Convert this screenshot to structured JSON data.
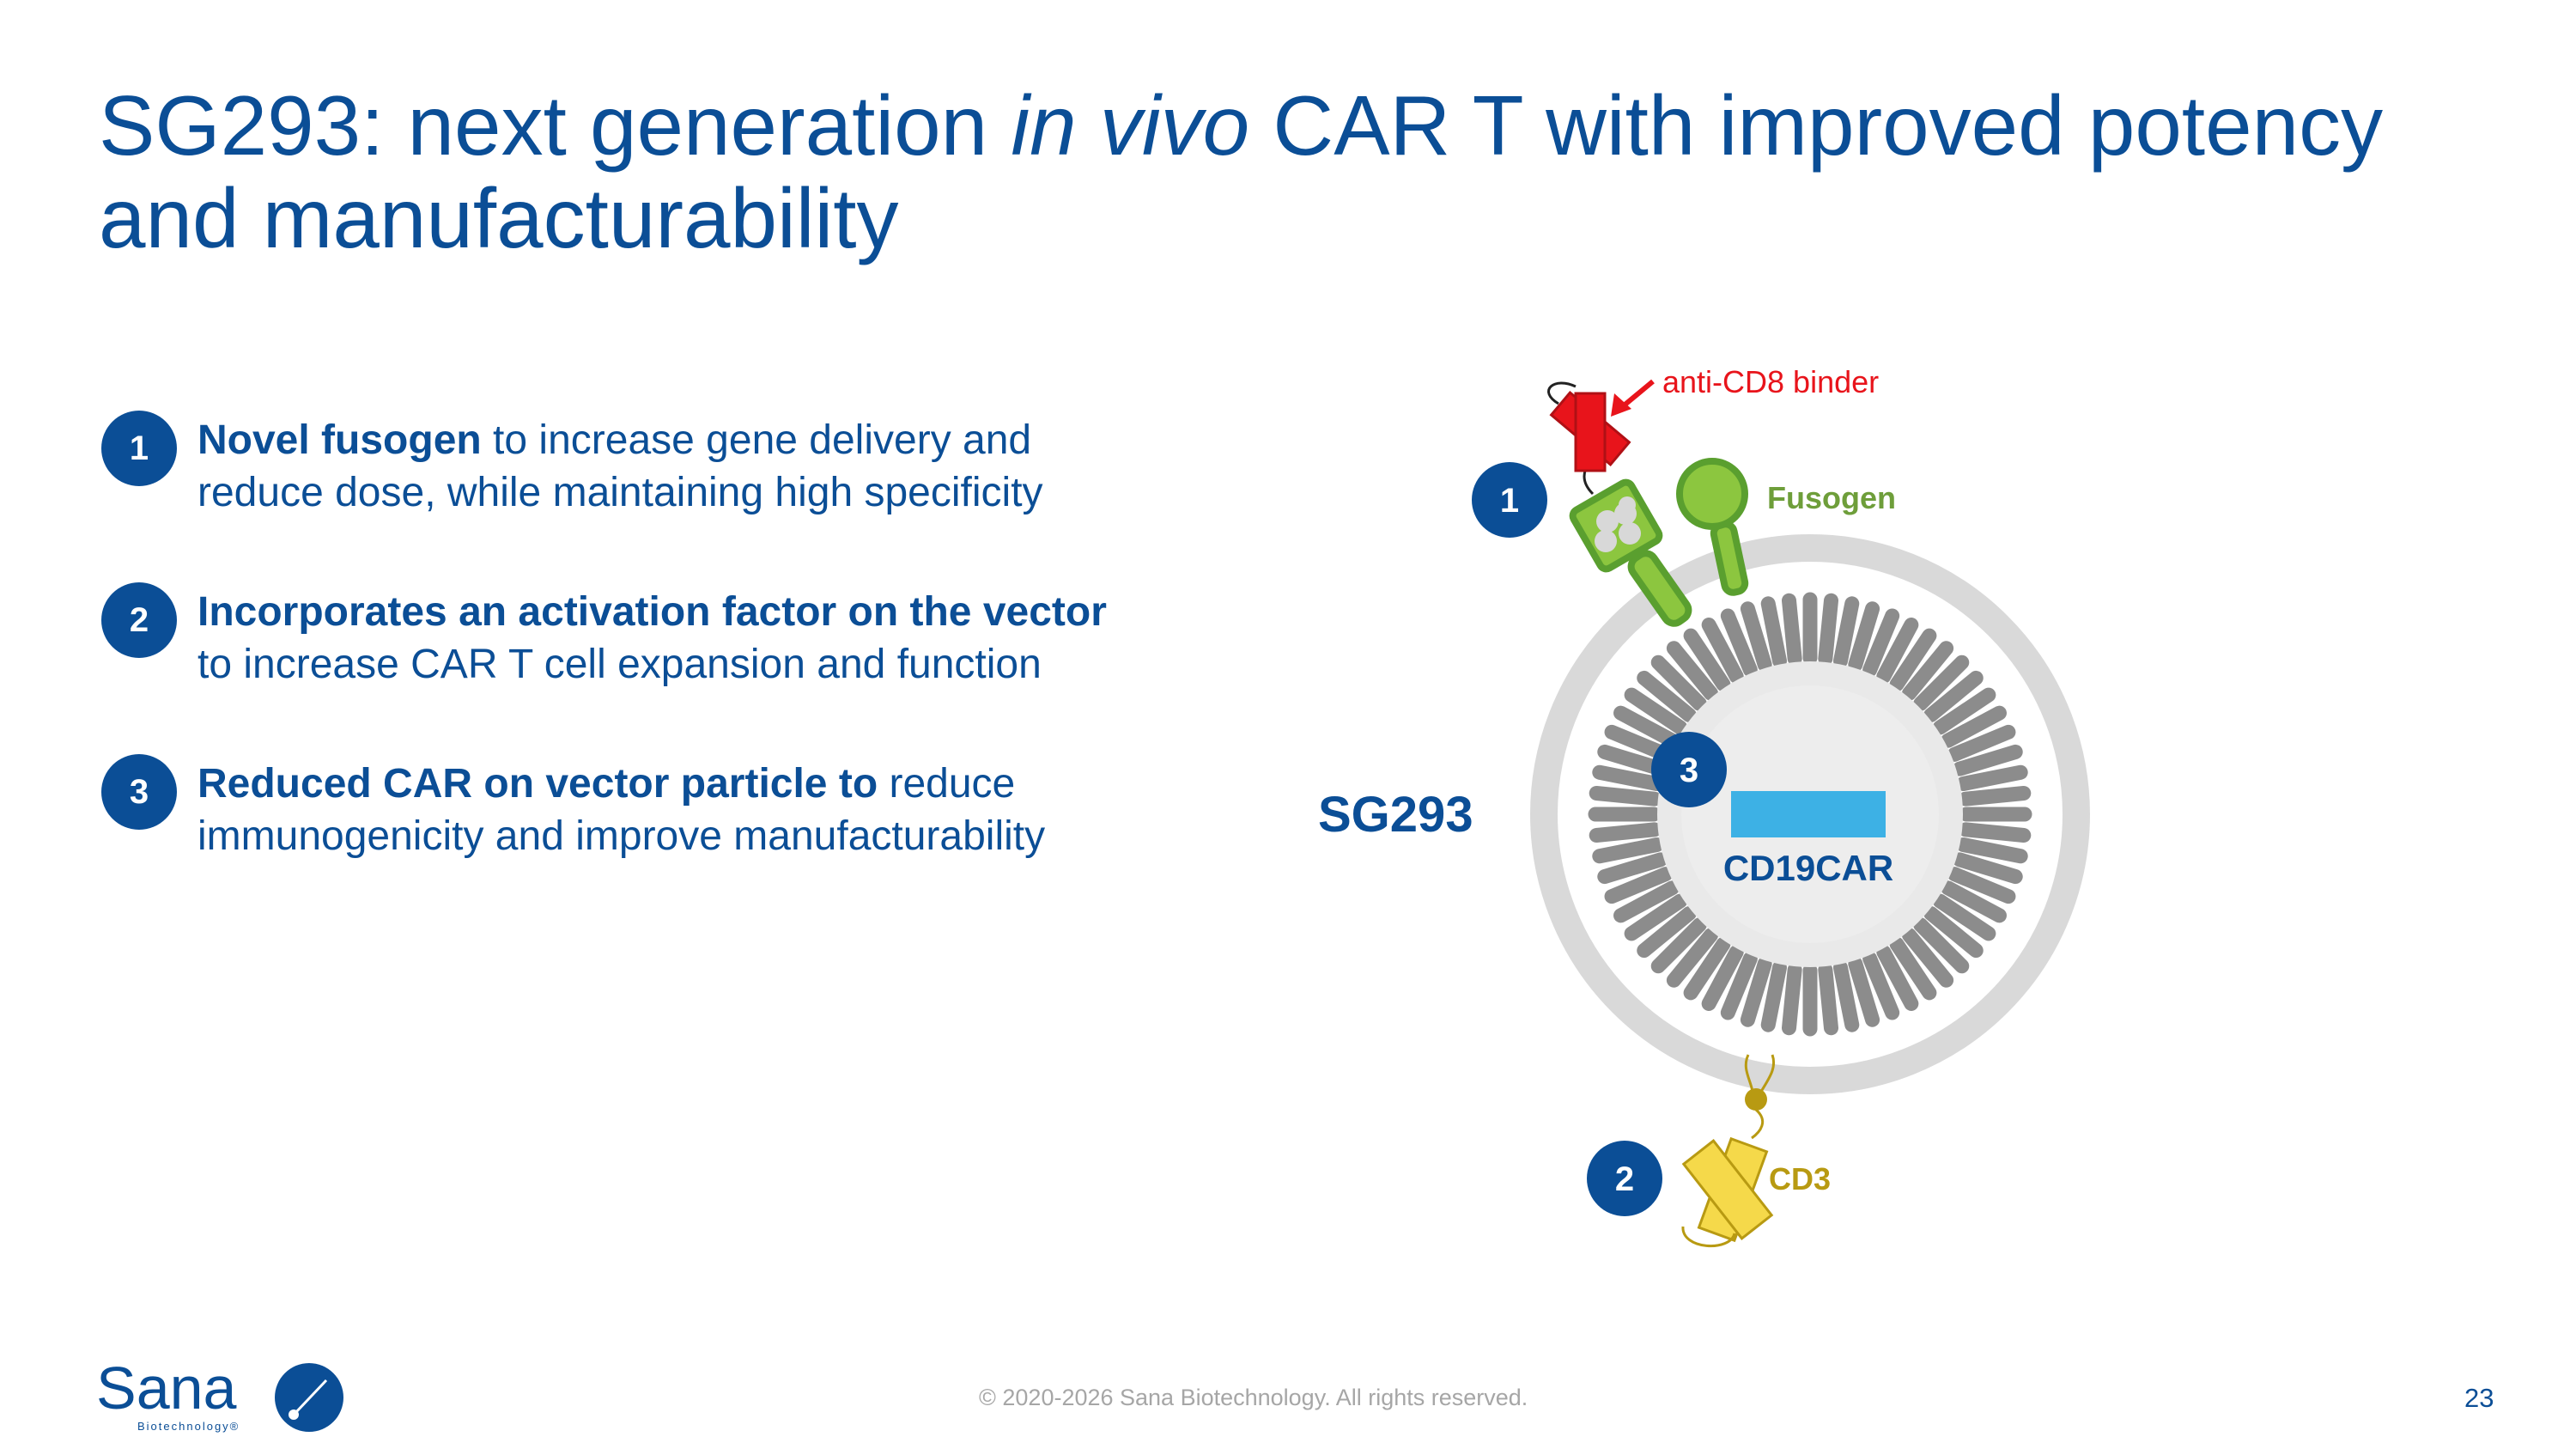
{
  "title": {
    "part1": "SG293: next generation ",
    "italic": "in vivo",
    "part2": " CAR T with improved potency and manufacturability"
  },
  "bullets": [
    {
      "num": "1",
      "bold": "Novel fusogen",
      "text": " to increase gene delivery and reduce dose, while maintaining high specificity"
    },
    {
      "num": "2",
      "bold": "Incorporates an activation factor on the vector",
      "text": " to increase CAR T cell expansion and function"
    },
    {
      "num": "3",
      "bold": "Reduced CAR on vector particle to",
      "text": " reduce immunogenicity and improve manufacturability"
    }
  ],
  "diagram": {
    "vector_label": "SG293",
    "binder_label": "anti-CD8 binder",
    "fusogen_label": "Fusogen",
    "car_label": "CD19CAR",
    "cd3_label": "CD3",
    "badge1": "1",
    "badge2": "2",
    "badge3": "3"
  },
  "colors": {
    "brand_blue": "#0b4e96",
    "binder_red": "#e8141b",
    "fusogen_green": "#8cc63f",
    "fusogen_dark_green": "#5a9f2f",
    "cd3_yellow": "#f5d94a",
    "cd3_gold": "#b89a12",
    "car_blue": "#3db1e5",
    "membrane_gray": "#d9d9d9"
  },
  "footer": {
    "copyright": "© 2020-2026 Sana Biotechnology. All rights reserved.",
    "page_number": "23",
    "logo_text": "Sana",
    "logo_subtext": "Biotechnology®"
  }
}
